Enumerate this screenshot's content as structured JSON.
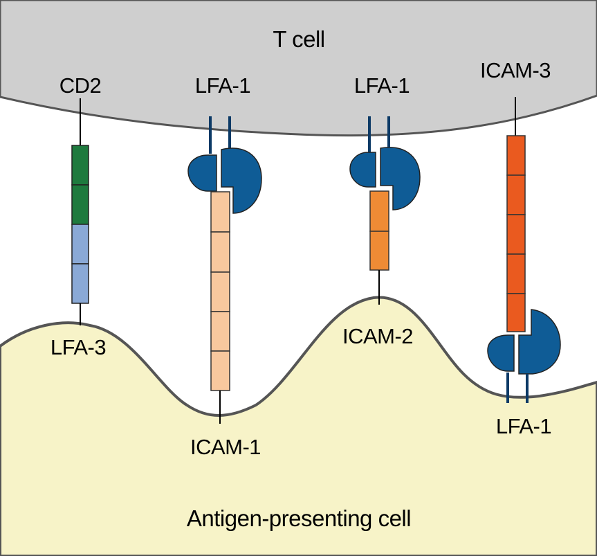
{
  "cells": {
    "t_cell": "T cell",
    "apc": "Antigen-presenting cell"
  },
  "molecules": {
    "cd2": "CD2",
    "lfa1_a": "LFA-1",
    "lfa1_b": "LFA-1",
    "icam3": "ICAM-3",
    "lfa3": "LFA-3",
    "icam1": "ICAM-1",
    "icam2": "ICAM-2",
    "lfa1_c": "LFA-1"
  },
  "colors": {
    "t_cell_fill": "#cfcfcf",
    "apc_fill": "#f7f3c8",
    "membrane": "#555555",
    "cd2_domain": "#1e7a3e",
    "lfa3_domain": "#8aa9d6",
    "lfa1": "#0f5c96",
    "icam1_domain": "#f8c89e",
    "icam2_domain": "#ef8b35",
    "icam3_domain": "#ea5a1f"
  }
}
